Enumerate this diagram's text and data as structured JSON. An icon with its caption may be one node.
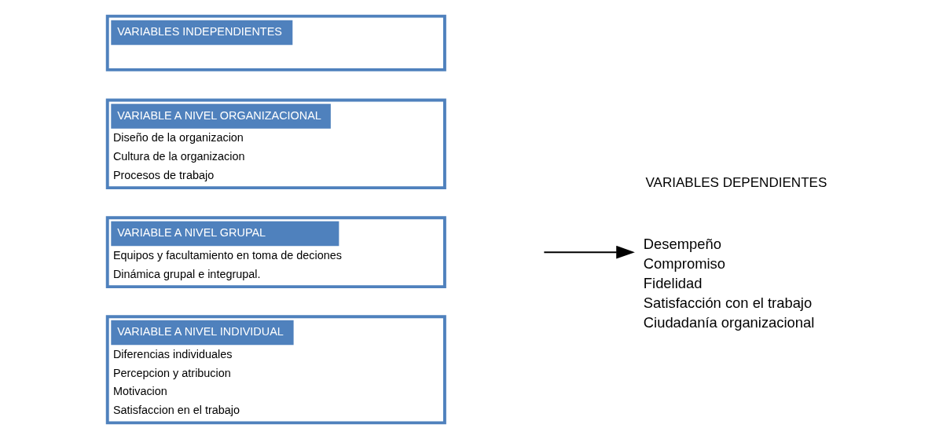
{
  "diagram": {
    "nodes": [
      {
        "text": [
          "VARIABLES INDEPENDIENTES"
        ]
      },
      {
        "text": [
          "VARIABLE A NIVEL ORGANIZACIONAL",
          "Diseño de la organizacion",
          "Cultura de la organizacion",
          "Procesos de trabajo"
        ]
      },
      {
        "text": [
          "VARIABLE A NIVEL GRUPAL",
          "Equipos y facultamiento en toma de deciones",
          "Dinámica grupal e integrupal."
        ]
      },
      {
        "text": [
          "VARIABLE A NIVEL INDIVIDUAL",
          "Diferencias individuales",
          "Percepcion y atribucion",
          "Motivacion",
          "Satisfaccion en el trabajo"
        ]
      },
      {
        "text": [
          "VARIABLES DEPENDIENTES",
          "Desempeño",
          "Compromiso",
          "Fidelidad",
          "Satisfacción con el trabajo",
          "Ciudadanía organizacional"
        ]
      }
    ],
    "edges": [
      {
        "from": null,
        "to": 4,
        "arrow": "to"
      }
    ]
  }
}
